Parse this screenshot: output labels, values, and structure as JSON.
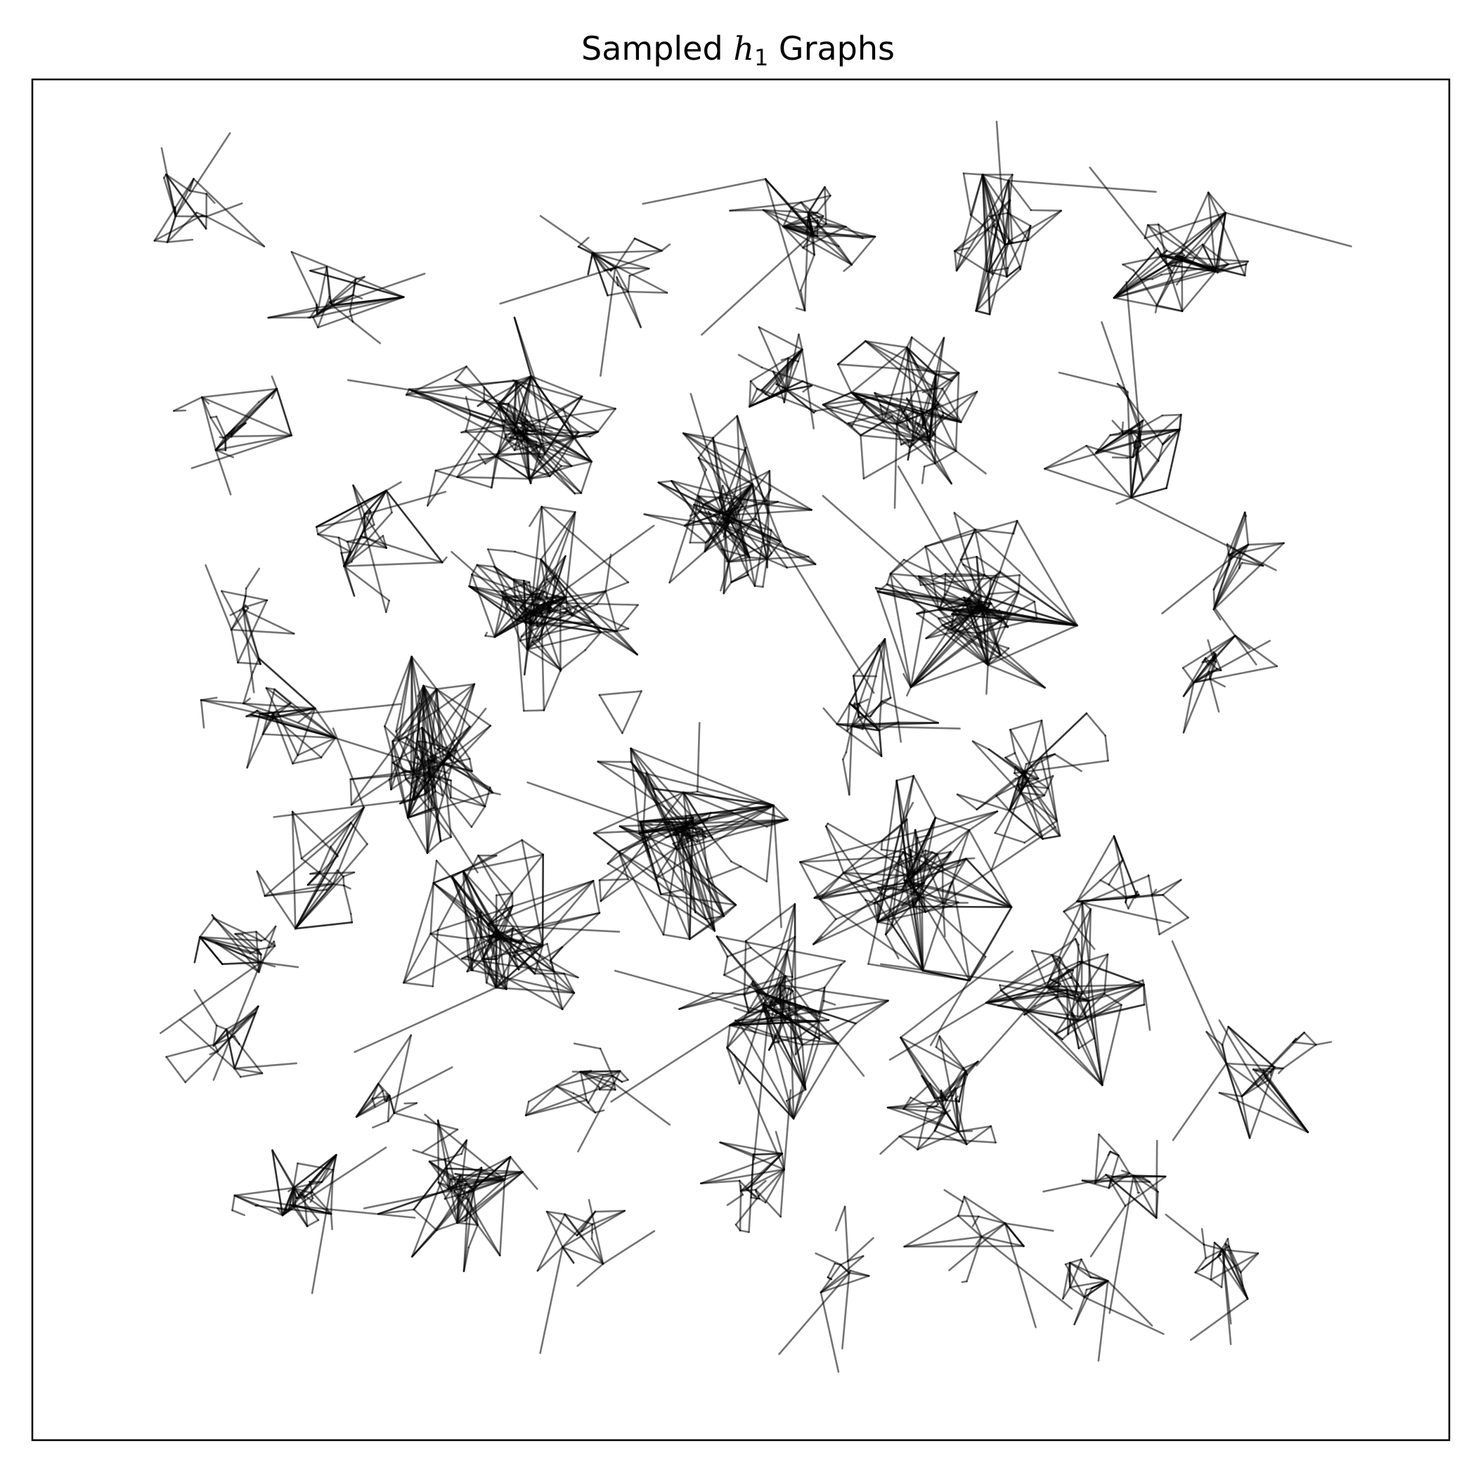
{
  "chart_data": {
    "type": "network",
    "title": "Sampled h1 Graphs",
    "title_parts": {
      "prefix": "Sampled ",
      "var": "h",
      "sub": "1",
      "suffix": " Graphs"
    },
    "xlabel": "",
    "ylabel": "",
    "axis_ticks": "none",
    "grid": false,
    "edge_color": "#000000",
    "edge_alpha": 0.55,
    "graphs": [
      {
        "x": 0.12,
        "y": 0.9,
        "r": 0.052,
        "nodes": 18,
        "edges": 30
      },
      {
        "x": 0.21,
        "y": 0.84,
        "r": 0.062,
        "nodes": 24,
        "edges": 45
      },
      {
        "x": 0.41,
        "y": 0.86,
        "r": 0.052,
        "nodes": 20,
        "edges": 34
      },
      {
        "x": 0.55,
        "y": 0.89,
        "r": 0.062,
        "nodes": 34,
        "edges": 80
      },
      {
        "x": 0.69,
        "y": 0.88,
        "r": 0.062,
        "nodes": 32,
        "edges": 75
      },
      {
        "x": 0.81,
        "y": 0.87,
        "r": 0.058,
        "nodes": 36,
        "edges": 85
      },
      {
        "x": 0.14,
        "y": 0.74,
        "r": 0.055,
        "nodes": 24,
        "edges": 40
      },
      {
        "x": 0.34,
        "y": 0.74,
        "r": 0.085,
        "nodes": 75,
        "edges": 180
      },
      {
        "x": 0.53,
        "y": 0.77,
        "r": 0.062,
        "nodes": 28,
        "edges": 55
      },
      {
        "x": 0.62,
        "y": 0.75,
        "r": 0.068,
        "nodes": 60,
        "edges": 140
      },
      {
        "x": 0.77,
        "y": 0.74,
        "r": 0.068,
        "nodes": 36,
        "edges": 70
      },
      {
        "x": 0.24,
        "y": 0.66,
        "r": 0.058,
        "nodes": 26,
        "edges": 50
      },
      {
        "x": 0.49,
        "y": 0.68,
        "r": 0.075,
        "nodes": 70,
        "edges": 160
      },
      {
        "x": 0.85,
        "y": 0.65,
        "r": 0.052,
        "nodes": 18,
        "edges": 32
      },
      {
        "x": 0.15,
        "y": 0.61,
        "r": 0.048,
        "nodes": 16,
        "edges": 26
      },
      {
        "x": 0.36,
        "y": 0.61,
        "r": 0.08,
        "nodes": 80,
        "edges": 190
      },
      {
        "x": 0.67,
        "y": 0.61,
        "r": 0.085,
        "nodes": 80,
        "edges": 190
      },
      {
        "x": 0.83,
        "y": 0.57,
        "r": 0.055,
        "nodes": 22,
        "edges": 38
      },
      {
        "x": 0.17,
        "y": 0.53,
        "r": 0.055,
        "nodes": 30,
        "edges": 60
      },
      {
        "x": 0.28,
        "y": 0.5,
        "r": 0.07,
        "nodes": 70,
        "edges": 160
      },
      {
        "x": 0.415,
        "y": 0.535,
        "r": 0.0,
        "nodes": 3,
        "edges": 3,
        "triangle": true
      },
      {
        "x": 0.58,
        "y": 0.535,
        "r": 0.07,
        "nodes": 30,
        "edges": 55
      },
      {
        "x": 0.7,
        "y": 0.49,
        "r": 0.068,
        "nodes": 40,
        "edges": 80
      },
      {
        "x": 0.46,
        "y": 0.45,
        "r": 0.085,
        "nodes": 80,
        "edges": 190
      },
      {
        "x": 0.21,
        "y": 0.42,
        "r": 0.055,
        "nodes": 22,
        "edges": 40
      },
      {
        "x": 0.62,
        "y": 0.41,
        "r": 0.085,
        "nodes": 75,
        "edges": 175
      },
      {
        "x": 0.78,
        "y": 0.4,
        "r": 0.058,
        "nodes": 22,
        "edges": 38
      },
      {
        "x": 0.16,
        "y": 0.36,
        "r": 0.052,
        "nodes": 24,
        "edges": 45
      },
      {
        "x": 0.33,
        "y": 0.37,
        "r": 0.08,
        "nodes": 70,
        "edges": 165
      },
      {
        "x": 0.53,
        "y": 0.32,
        "r": 0.085,
        "nodes": 75,
        "edges": 175
      },
      {
        "x": 0.73,
        "y": 0.33,
        "r": 0.075,
        "nodes": 50,
        "edges": 115
      },
      {
        "x": 0.13,
        "y": 0.29,
        "r": 0.048,
        "nodes": 16,
        "edges": 28
      },
      {
        "x": 0.25,
        "y": 0.25,
        "r": 0.065,
        "nodes": 18,
        "edges": 28
      },
      {
        "x": 0.4,
        "y": 0.26,
        "r": 0.06,
        "nodes": 24,
        "edges": 40
      },
      {
        "x": 0.64,
        "y": 0.25,
        "r": 0.06,
        "nodes": 40,
        "edges": 80
      },
      {
        "x": 0.87,
        "y": 0.27,
        "r": 0.06,
        "nodes": 26,
        "edges": 48
      },
      {
        "x": 0.19,
        "y": 0.18,
        "r": 0.058,
        "nodes": 36,
        "edges": 75
      },
      {
        "x": 0.3,
        "y": 0.18,
        "r": 0.06,
        "nodes": 38,
        "edges": 95
      },
      {
        "x": 0.39,
        "y": 0.15,
        "r": 0.045,
        "nodes": 16,
        "edges": 26
      },
      {
        "x": 0.51,
        "y": 0.18,
        "r": 0.058,
        "nodes": 24,
        "edges": 40
      },
      {
        "x": 0.57,
        "y": 0.13,
        "r": 0.045,
        "nodes": 14,
        "edges": 22
      },
      {
        "x": 0.67,
        "y": 0.15,
        "r": 0.058,
        "nodes": 14,
        "edges": 22
      },
      {
        "x": 0.76,
        "y": 0.19,
        "r": 0.058,
        "nodes": 24,
        "edges": 42
      },
      {
        "x": 0.75,
        "y": 0.12,
        "r": 0.042,
        "nodes": 14,
        "edges": 28
      },
      {
        "x": 0.84,
        "y": 0.14,
        "r": 0.055,
        "nodes": 22,
        "edges": 40
      }
    ]
  }
}
